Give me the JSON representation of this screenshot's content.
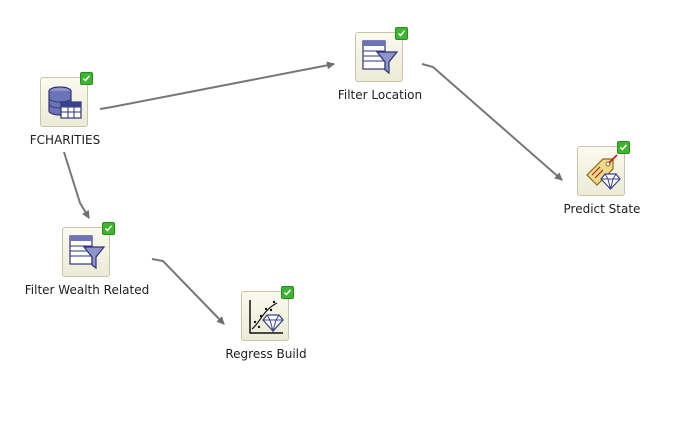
{
  "canvas": {
    "background": "#ffffff",
    "link_color": "#707070"
  },
  "nodes": {
    "fcharities": {
      "label": "FCHARITIES",
      "icon": "data-source-icon",
      "status": "success-check-icon"
    },
    "filter_loc": {
      "label": "Filter Location",
      "icon": "filter-funnel-icon",
      "status": "success-check-icon"
    },
    "predict": {
      "label": "Predict State",
      "icon": "apply-model-icon",
      "status": "success-check-icon"
    },
    "filter_wealth": {
      "label": "Filter Wealth Related",
      "icon": "filter-funnel-icon",
      "status": "success-check-icon"
    },
    "regress": {
      "label": "Regress Build",
      "icon": "regression-build-icon",
      "status": "success-check-icon"
    }
  },
  "links": [
    {
      "from": "FCHARITIES",
      "to": "Filter Location"
    },
    {
      "from": "Filter Location",
      "to": "Predict State"
    },
    {
      "from": "FCHARITIES",
      "to": "Filter Wealth Related"
    },
    {
      "from": "Filter Wealth Related",
      "to": "Regress Build"
    }
  ]
}
